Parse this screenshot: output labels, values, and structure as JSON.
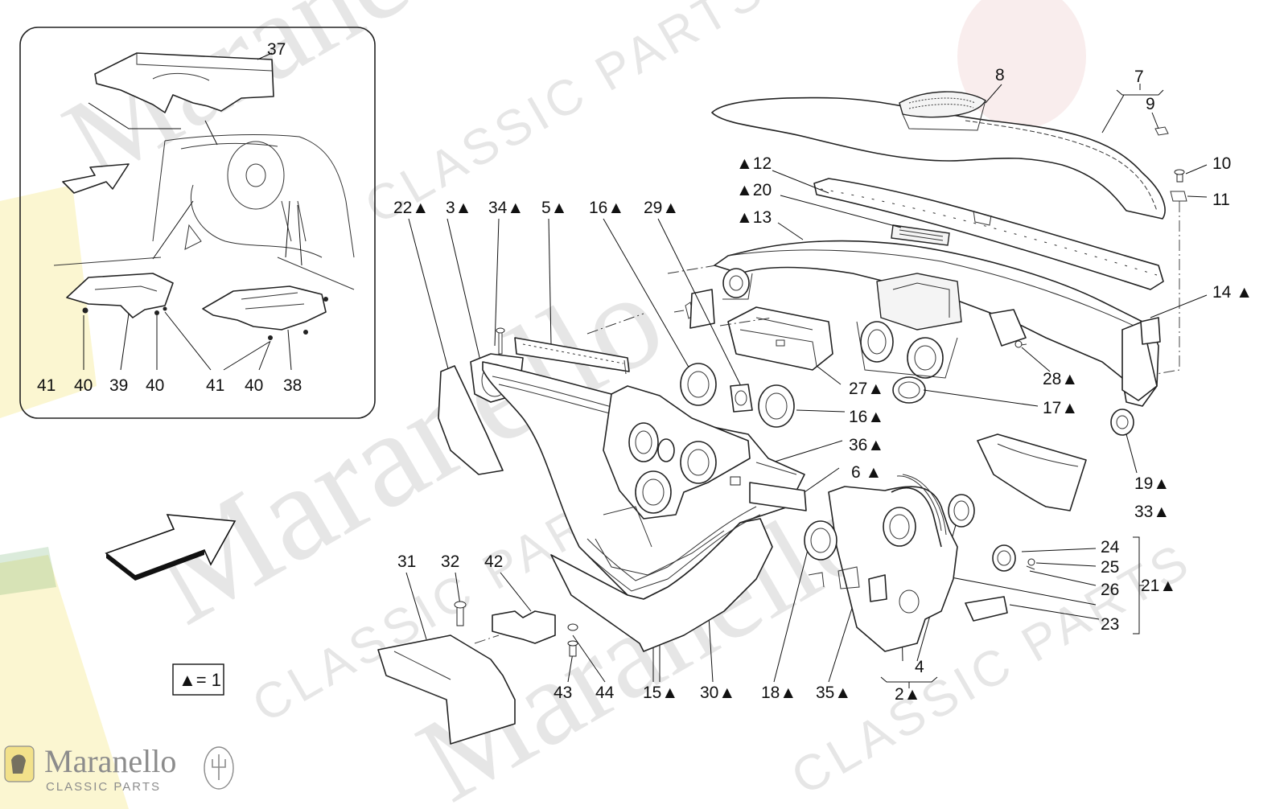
{
  "labels": {
    "l37": "37",
    "l41a": "41",
    "l40a": "40",
    "l39": "39",
    "l40b": "40",
    "l41b": "41",
    "l40c": "40",
    "l38": "38",
    "l8": "8",
    "l7": "7",
    "l9": "9",
    "l10": "10",
    "l11": "11",
    "l12": "▲12",
    "l20": "▲20",
    "l13": "▲13",
    "l14": "14 ▲",
    "l22": "22▲",
    "l3": "3▲",
    "l34": "34▲",
    "l5": "5▲",
    "l16a": "16▲",
    "l29": "29▲",
    "l27": "27▲",
    "l16b": "16▲",
    "l28": "28▲",
    "l17": "17▲",
    "l36": "36▲",
    "l6": "6 ▲",
    "l19": "19▲",
    "l33": "33▲",
    "l24": "24",
    "l25": "25",
    "l26": "26",
    "l21": "21▲",
    "l23": "23",
    "l31": "31",
    "l32": "32",
    "l42": "42",
    "l43": "43",
    "l44": "44",
    "l15": "15▲",
    "l30": "30▲",
    "l18": "18▲",
    "l35": "35▲",
    "l4": "4",
    "l2": "2▲"
  },
  "legend": {
    "text": "▲= 1"
  },
  "branding": {
    "name": "Maranello",
    "subtitle": "CLASSIC PARTS",
    "ferrari_badge_icon": "prancing-horse-shield-icon",
    "maserati_badge_icon": "trident-icon"
  },
  "watermark": {
    "word": "Maranello",
    "sub": "CLASSIC PARTS",
    "color": "#b9b9b9"
  },
  "colors": {
    "line": "#222222",
    "background": "#ffffff",
    "brand": "#8c8c8c"
  }
}
